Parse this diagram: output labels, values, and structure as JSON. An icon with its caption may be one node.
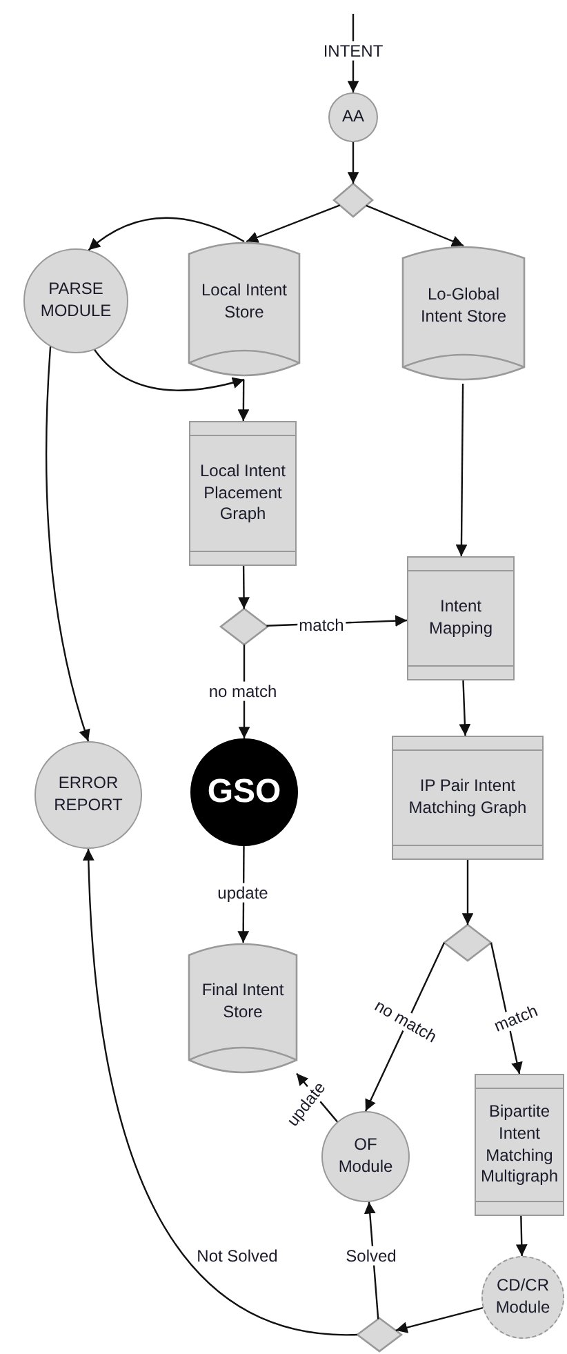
{
  "diagram": {
    "nodes": [
      {
        "text": [
          "AA"
        ]
      },
      {
        "text": [],
        "shape": "diamond"
      },
      {
        "text": [
          "PARSE MODULE"
        ]
      },
      {
        "text": [
          "Local Intent Store"
        ]
      },
      {
        "text": [
          "Lo-Global Intent Store"
        ]
      },
      {
        "text": [
          "Local Intent Placement Graph"
        ]
      },
      {
        "text": [],
        "shape": "diamond"
      },
      {
        "text": [
          "Intent Mapping"
        ]
      },
      {
        "text": [
          "ERROR REPORT"
        ]
      },
      {
        "text": [
          "GSO"
        ]
      },
      {
        "text": [
          "IP Pair Intent Matching Graph"
        ]
      },
      {
        "text": [
          "Final Intent Store"
        ]
      },
      {
        "text": [],
        "shape": "diamond"
      },
      {
        "text": [
          "OF Module"
        ]
      },
      {
        "text": [
          "Bipartite Intent Matching Multigraph"
        ]
      },
      {
        "text": [
          "CD/CR Module"
        ]
      },
      {
        "text": [],
        "shape": "diamond"
      }
    ],
    "edges": [
      {
        "from": null,
        "to": 0,
        "arrow": "to",
        "label": "INTENT"
      },
      {
        "from": 0,
        "to": 1,
        "arrow": "to"
      },
      {
        "from": 1,
        "to": 3,
        "arrow": "to"
      },
      {
        "from": 1,
        "to": 4,
        "arrow": "to"
      },
      {
        "from": 3,
        "to": 2,
        "arrow": "to"
      },
      {
        "from": 2,
        "to": 3,
        "arrow": "to"
      },
      {
        "from": 3,
        "to": 5,
        "arrow": "to"
      },
      {
        "from": 4,
        "to": 7,
        "arrow": "to"
      },
      {
        "from": 5,
        "to": 6,
        "arrow": "to"
      },
      {
        "from": 6,
        "to": 7,
        "arrow": "to",
        "label": "match"
      },
      {
        "from": 6,
        "to": 9,
        "arrow": "to",
        "label": "no match"
      },
      {
        "from": 2,
        "to": 8,
        "arrow": "to"
      },
      {
        "from": 9,
        "to": 11,
        "arrow": "to",
        "label": "update"
      },
      {
        "from": 7,
        "to": 10,
        "arrow": "to"
      },
      {
        "from": 10,
        "to": 12,
        "arrow": "to"
      },
      {
        "from": 12,
        "to": 13,
        "arrow": "to",
        "label": "no match"
      },
      {
        "from": 12,
        "to": 14,
        "arrow": "to",
        "label": "match"
      },
      {
        "from": 14,
        "to": 15,
        "arrow": "to"
      },
      {
        "from": 15,
        "to": 16,
        "arrow": "to"
      },
      {
        "from": 16,
        "to": 13,
        "arrow": "to",
        "label": "Solved"
      },
      {
        "from": 16,
        "to": 8,
        "arrow": "to",
        "label": "Not Solved"
      },
      {
        "from": 13,
        "to": 11,
        "arrow": "to",
        "label": "update"
      }
    ]
  }
}
